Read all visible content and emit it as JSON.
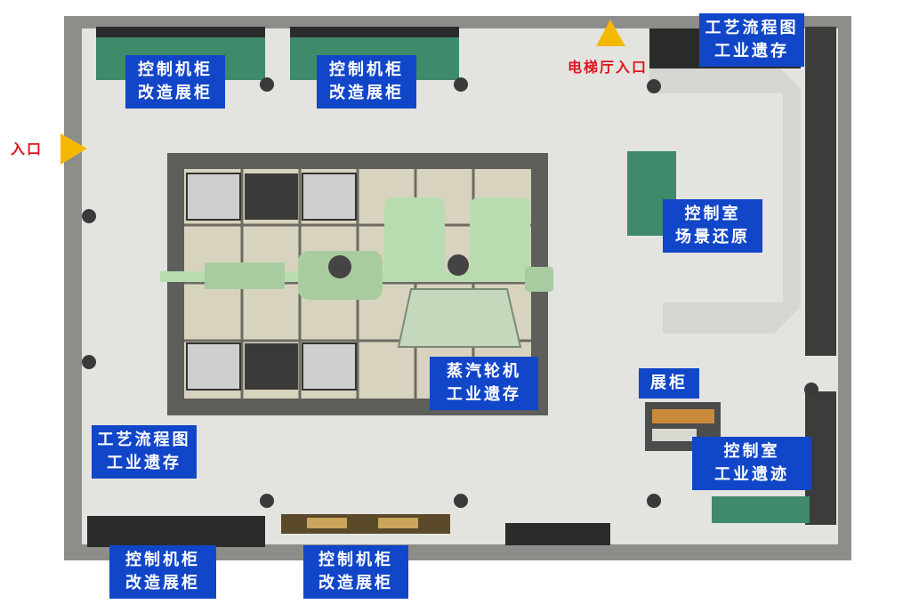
{
  "colors": {
    "label_bg": "#1246c8",
    "label_text": "#ffffff",
    "entrance_text": "#e0141e",
    "arrow": "#f5b800",
    "cabinet_green": "#3e8a6a",
    "turbine_green": "#b8dcb0"
  },
  "entrances": {
    "main": "入口",
    "elevator": "电梯厅入口"
  },
  "zones": {
    "top_cabinet_left": [
      "控制机柜",
      "改造展柜"
    ],
    "top_cabinet_mid": [
      "控制机柜",
      "改造展柜"
    ],
    "top_right_flow": [
      "工艺流程图",
      "工业遗存"
    ],
    "control_room_scene": [
      "控制室",
      "场景还原"
    ],
    "turbine": [
      "蒸汽轮机",
      "工业遗存"
    ],
    "showcase": [
      "展柜"
    ],
    "control_room_relic": [
      "控制室",
      "工业遗迹"
    ],
    "left_flow": [
      "工艺流程图",
      "工业遗存"
    ],
    "bottom_cabinet_left": [
      "控制机柜",
      "改造展柜"
    ],
    "bottom_cabinet_mid": [
      "控制机柜",
      "改造展柜"
    ]
  },
  "icons": {
    "main_entrance": "entrance-arrow-icon",
    "elevator_entrance": "elevator-arrow-icon"
  }
}
